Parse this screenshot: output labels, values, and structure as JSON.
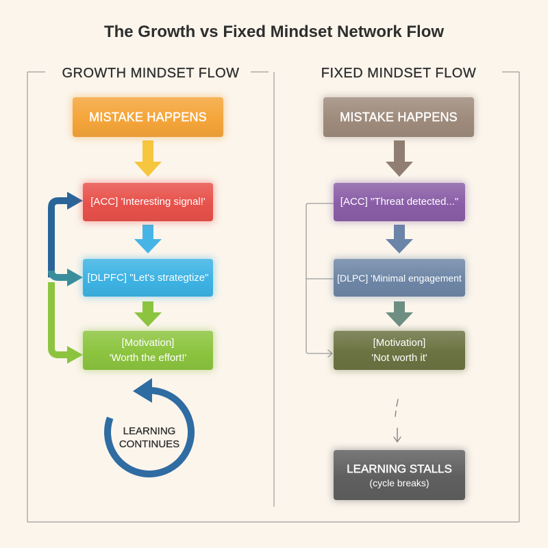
{
  "title": "The Growth vs Fixed Mindset Network Flow",
  "colors": {
    "background": "#FBF5EC",
    "frame": "#9C9C9C",
    "text": "#2E2E2E"
  },
  "growth": {
    "heading": "GROWTH MINDSET FLOW",
    "steps": [
      {
        "line1": "MISTAKE HAPPENS",
        "color": "#F5A53A"
      },
      {
        "line1": "[ACC] 'Interesting signal!'",
        "color": "#E8514B"
      },
      {
        "line1": "[DLPFC] \"Let's strategtize\"",
        "color": "#3DB3E4"
      },
      {
        "line1": "[Motivation]",
        "line2": "'Worth the effort!'",
        "color": "#8CC43F"
      }
    ],
    "arrow_colors": [
      "#F6C63E",
      "#46B5E6",
      "#8CC43F"
    ],
    "feedback_colors": {
      "to_acc": "#2A6499",
      "to_dlpfc": "#3A8E9B",
      "to_motivation": "#8CC43F"
    },
    "loop": {
      "line1": "LEARNING",
      "line2": "CONTINUES",
      "color": "#2E6CA2"
    }
  },
  "fixed": {
    "heading": "FIXED MINDSET FLOW",
    "steps": [
      {
        "line1": "MISTAKE HAPPENS",
        "color": "#9E8B7C"
      },
      {
        "line1": "[ACC] \"Threat detected...\"",
        "color": "#8A5EA7"
      },
      {
        "line1": "[DLPC] 'Minimal engagement",
        "color": "#6E86A6"
      },
      {
        "line1": "[Motivation]",
        "line2": "'Not worth it'",
        "color": "#6C7342"
      },
      {
        "line1": "LEARNING STALLS",
        "line2": "(cycle breaks)",
        "color": "#5F5F5F"
      }
    ],
    "arrow_colors": [
      "#8F7E71",
      "#6B84A8",
      "#6F8E82"
    ],
    "feedback_color": "#9A9A9A",
    "stall_arrow_color": "#8A8A8A"
  }
}
